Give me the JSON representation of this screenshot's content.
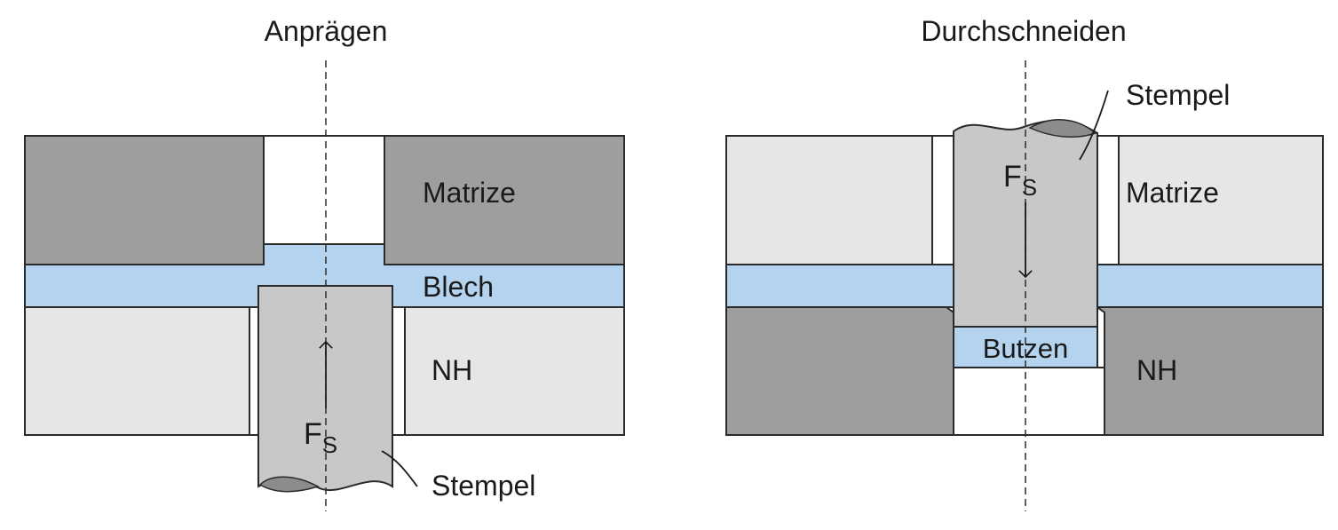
{
  "colors": {
    "dark_gray": "#9e9e9e",
    "light_gray": "#e6e6e6",
    "punch_gray": "#c8c8c8",
    "punch_shadow": "#8c8c8c",
    "sheet_blue": "#b4d3ee",
    "outline": "#2a2a2a",
    "white": "#ffffff"
  },
  "left": {
    "title": "Anprägen",
    "die_label": "Matrize",
    "sheet_label": "Blech",
    "holder_label": "NH",
    "force_main": "F",
    "force_sub": "S",
    "punch_label": "Stempel"
  },
  "right": {
    "title": "Durchschneiden",
    "punch_label": "Stempel",
    "force_main": "F",
    "force_sub": "S",
    "die_label": "Matrize",
    "slug_label": "Butzen",
    "holder_label": "NH"
  }
}
